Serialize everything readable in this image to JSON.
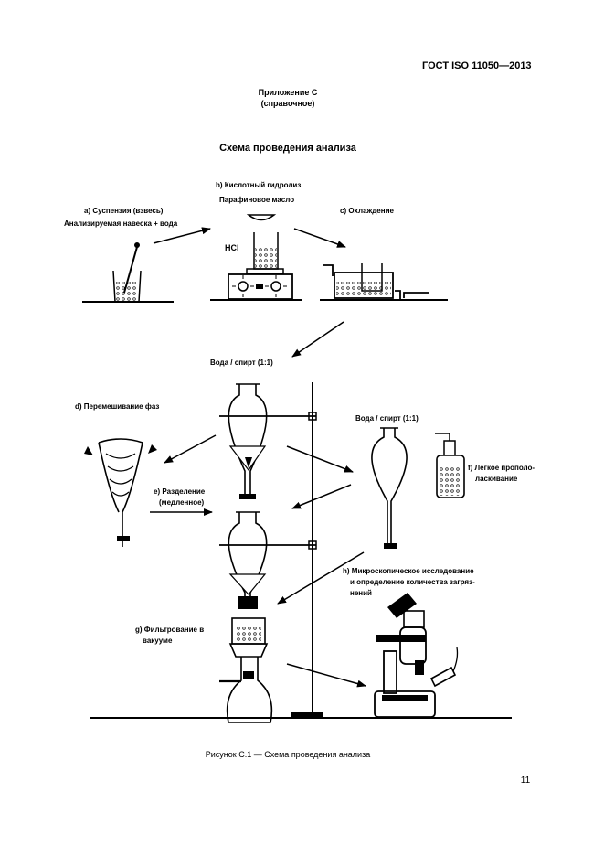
{
  "header": {
    "standard": "ГОСТ  ISO 11050—2013"
  },
  "appendix": {
    "title": "Приложение С",
    "type": "(справочное)"
  },
  "scheme_title": "Схема проведения анализа",
  "steps": {
    "a_line1": "а) Суспензия (взвесь)",
    "a_line2": "Анализируемая навеска + вода",
    "b_line1": "b) Кислотный гидролиз",
    "b_line2": "Парафиновое масло",
    "hcl": "HCl",
    "c": "c) Охлаждение",
    "solvent_top": "Вода / спирт (1:1)",
    "d": "d) Перемешивание фаз",
    "e_line1": "е) Разделение",
    "e_line2": "(медленное)",
    "solvent_right": "Вода / спирт (1:1)",
    "f_line1": "f) Легкое прополо-",
    "f_line2": "ласкивание",
    "h_line1": "h) Микроскопическое исследование",
    "h_line2": "и определение количества загряз-",
    "h_line3": "нений",
    "g_line1": "g) Фильтрование в",
    "g_line2": "вакууме"
  },
  "caption": "Рисунок С.1 — Схема проведения анализа",
  "page_number": "11"
}
